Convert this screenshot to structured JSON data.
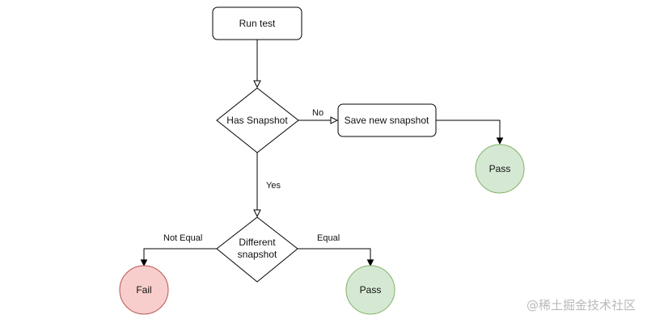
{
  "nodes": {
    "run_test": {
      "label": "Run test"
    },
    "has_snapshot": {
      "label": "Has Snapshot"
    },
    "save_snapshot": {
      "label": "Save new snapshot"
    },
    "pass_top": {
      "label": "Pass",
      "fill": "#d5e8d4",
      "stroke": "#82b366"
    },
    "different_snapshot": {
      "line1": "Different",
      "line2": "snapshot"
    },
    "fail": {
      "label": "Fail",
      "fill": "#f8cecc",
      "stroke": "#b85450"
    },
    "pass_bottom": {
      "label": "Pass",
      "fill": "#d5e8d4",
      "stroke": "#82b366"
    }
  },
  "edges": {
    "no_label": "No",
    "yes_label": "Yes",
    "not_equal_label": "Not Equal",
    "equal_label": "Equal"
  },
  "watermark": "@稀土掘金技术社区"
}
